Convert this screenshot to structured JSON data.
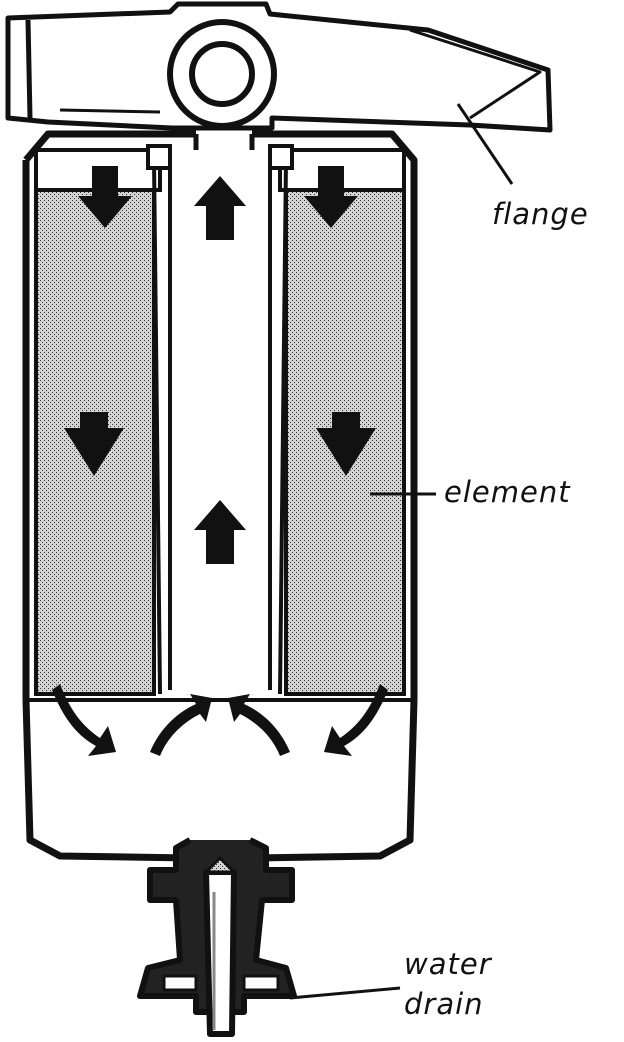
{
  "labels": {
    "flange": "flange",
    "element": "element",
    "water_drain_line1": "water",
    "water_drain_line2": "drain"
  },
  "colors": {
    "ink": "#111111",
    "background": "#ffffff",
    "filter_media": "#c6c6c6"
  }
}
